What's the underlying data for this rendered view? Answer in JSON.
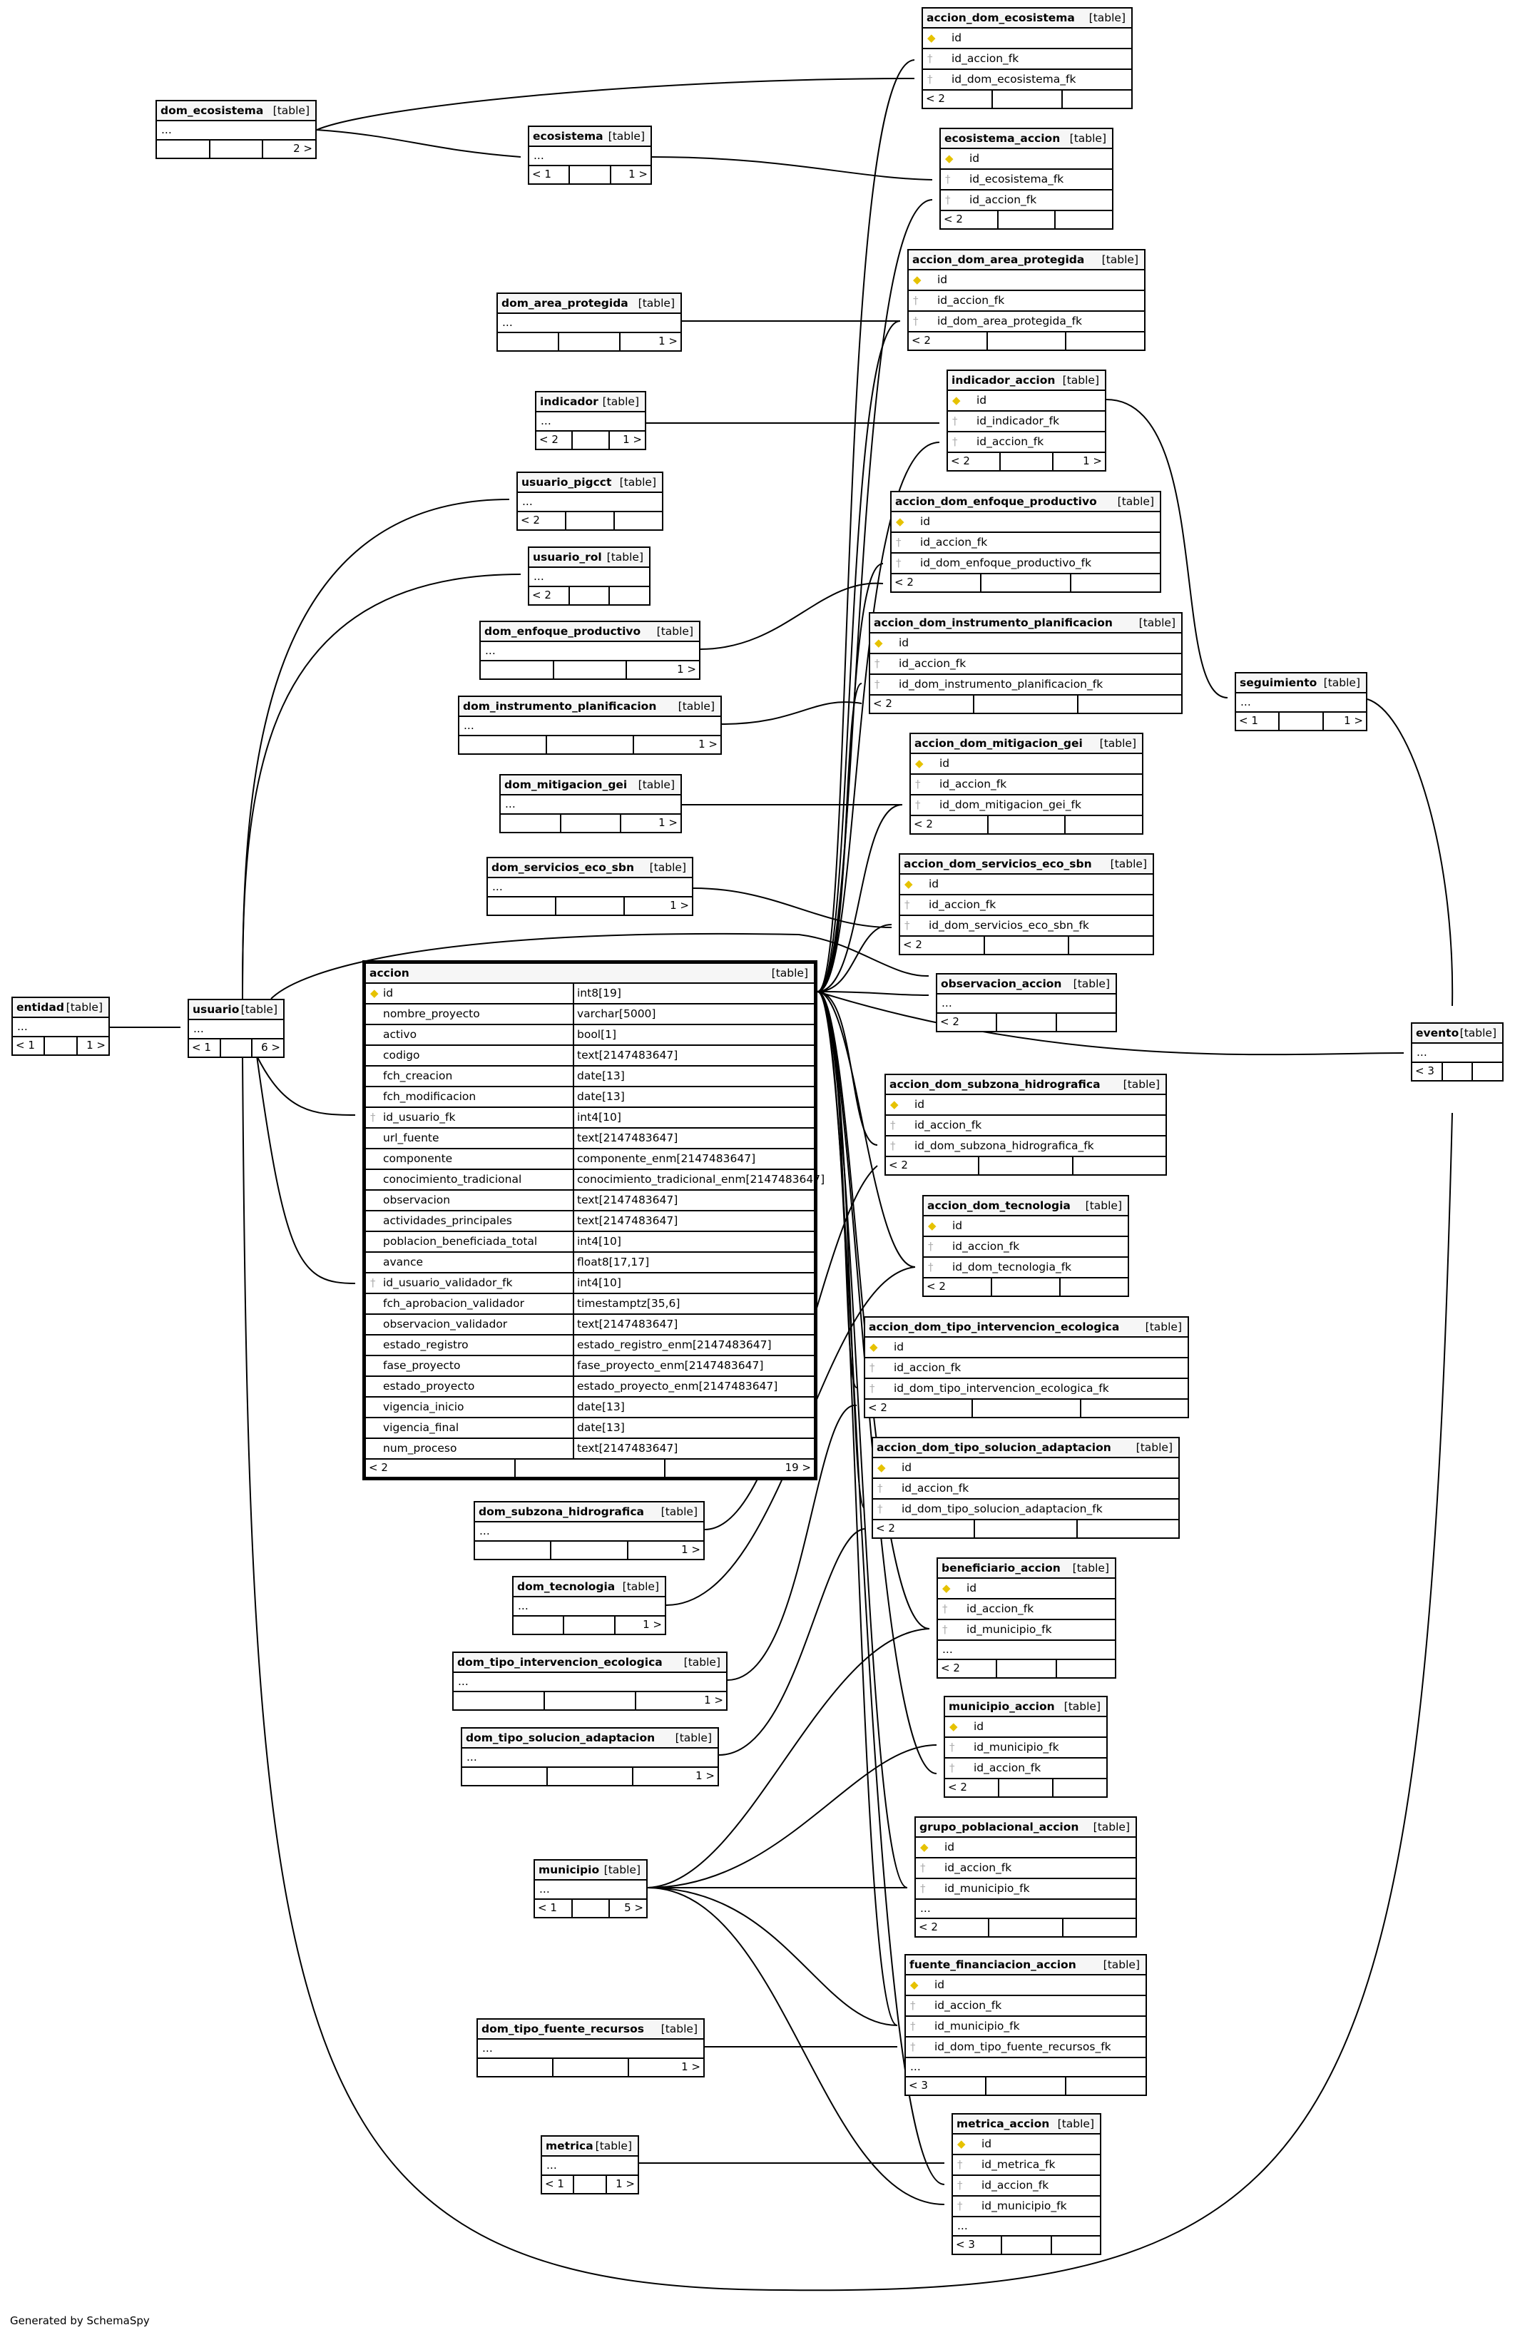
{
  "footer": "Generated by SchemaSpy",
  "table_tag": "[table]",
  "ellipsis": "...",
  "main_table": {
    "name": "accion",
    "columns": [
      {
        "key": "pk",
        "name": "id",
        "type": "int8[19]"
      },
      {
        "key": "",
        "name": "nombre_proyecto",
        "type": "varchar[5000]"
      },
      {
        "key": "",
        "name": "activo",
        "type": "bool[1]"
      },
      {
        "key": "",
        "name": "codigo",
        "type": "text[2147483647]"
      },
      {
        "key": "",
        "name": "fch_creacion",
        "type": "date[13]"
      },
      {
        "key": "",
        "name": "fch_modificacion",
        "type": "date[13]"
      },
      {
        "key": "fk",
        "name": "id_usuario_fk",
        "type": "int4[10]"
      },
      {
        "key": "",
        "name": "url_fuente",
        "type": "text[2147483647]"
      },
      {
        "key": "",
        "name": "componente",
        "type": "componente_enm[2147483647]"
      },
      {
        "key": "",
        "name": "conocimiento_tradicional",
        "type": "conocimiento_tradicional_enm[2147483647]"
      },
      {
        "key": "",
        "name": "observacion",
        "type": "text[2147483647]"
      },
      {
        "key": "",
        "name": "actividades_principales",
        "type": "text[2147483647]"
      },
      {
        "key": "",
        "name": "poblacion_beneficiada_total",
        "type": "int4[10]"
      },
      {
        "key": "",
        "name": "avance",
        "type": "float8[17,17]"
      },
      {
        "key": "fk",
        "name": "id_usuario_validador_fk",
        "type": "int4[10]"
      },
      {
        "key": "",
        "name": "fch_aprobacion_validador",
        "type": "timestamptz[35,6]"
      },
      {
        "key": "",
        "name": "observacion_validador",
        "type": "text[2147483647]"
      },
      {
        "key": "",
        "name": "estado_registro",
        "type": "estado_registro_enm[2147483647]"
      },
      {
        "key": "",
        "name": "fase_proyecto",
        "type": "fase_proyecto_enm[2147483647]"
      },
      {
        "key": "",
        "name": "estado_proyecto",
        "type": "estado_proyecto_enm[2147483647]"
      },
      {
        "key": "",
        "name": "vigencia_inicio",
        "type": "date[13]"
      },
      {
        "key": "",
        "name": "vigencia_final",
        "type": "date[13]"
      },
      {
        "key": "",
        "name": "num_proceso",
        "type": "text[2147483647]"
      }
    ],
    "foot": [
      "< 2",
      "",
      "19 >"
    ]
  },
  "tables": [
    {
      "id": "accion_dom_ecosistema",
      "name": "accion_dom_ecosistema",
      "cols": [
        {
          "k": "pk",
          "n": "id"
        },
        {
          "k": "fk",
          "n": "id_accion_fk"
        },
        {
          "k": "fk",
          "n": "id_dom_ecosistema_fk"
        }
      ],
      "ell": false,
      "foot": [
        "< 2",
        "",
        ""
      ]
    },
    {
      "id": "dom_ecosistema",
      "name": "dom_ecosistema",
      "cols": [],
      "ell": true,
      "foot": [
        "",
        "",
        "2 >"
      ]
    },
    {
      "id": "ecosistema",
      "name": "ecosistema",
      "cols": [],
      "ell": true,
      "foot": [
        "< 1",
        "",
        "1 >"
      ]
    },
    {
      "id": "ecosistema_accion",
      "name": "ecosistema_accion",
      "cols": [
        {
          "k": "pk",
          "n": "id"
        },
        {
          "k": "fk",
          "n": "id_ecosistema_fk"
        },
        {
          "k": "fk",
          "n": "id_accion_fk"
        }
      ],
      "ell": false,
      "foot": [
        "< 2",
        "",
        ""
      ]
    },
    {
      "id": "accion_dom_area_protegida",
      "name": "accion_dom_area_protegida",
      "cols": [
        {
          "k": "pk",
          "n": "id"
        },
        {
          "k": "fk",
          "n": "id_accion_fk"
        },
        {
          "k": "fk",
          "n": "id_dom_area_protegida_fk"
        }
      ],
      "ell": false,
      "foot": [
        "< 2",
        "",
        ""
      ]
    },
    {
      "id": "dom_area_protegida",
      "name": "dom_area_protegida",
      "cols": [],
      "ell": true,
      "foot": [
        "",
        "",
        "1 >"
      ]
    },
    {
      "id": "indicador",
      "name": "indicador",
      "cols": [],
      "ell": true,
      "foot": [
        "< 2",
        "",
        "1 >"
      ]
    },
    {
      "id": "indicador_accion",
      "name": "indicador_accion",
      "cols": [
        {
          "k": "pk",
          "n": "id"
        },
        {
          "k": "fk",
          "n": "id_indicador_fk"
        },
        {
          "k": "fk",
          "n": "id_accion_fk"
        }
      ],
      "ell": false,
      "foot": [
        "< 2",
        "",
        "1 >"
      ]
    },
    {
      "id": "usuario_pigcct",
      "name": "usuario_pigcct",
      "cols": [],
      "ell": true,
      "foot": [
        "< 2",
        "",
        ""
      ]
    },
    {
      "id": "usuario_rol",
      "name": "usuario_rol",
      "cols": [],
      "ell": true,
      "foot": [
        "< 2",
        "",
        ""
      ]
    },
    {
      "id": "accion_dom_enfoque_productivo",
      "name": "accion_dom_enfoque_productivo",
      "cols": [
        {
          "k": "pk",
          "n": "id"
        },
        {
          "k": "fk",
          "n": "id_accion_fk"
        },
        {
          "k": "fk",
          "n": "id_dom_enfoque_productivo_fk"
        }
      ],
      "ell": false,
      "foot": [
        "< 2",
        "",
        ""
      ]
    },
    {
      "id": "dom_enfoque_productivo",
      "name": "dom_enfoque_productivo",
      "cols": [],
      "ell": true,
      "foot": [
        "",
        "",
        "1 >"
      ]
    },
    {
      "id": "accion_dom_instrumento_planificacion",
      "name": "accion_dom_instrumento_planificacion",
      "cols": [
        {
          "k": "pk",
          "n": "id"
        },
        {
          "k": "fk",
          "n": "id_accion_fk"
        },
        {
          "k": "fk",
          "n": "id_dom_instrumento_planificacion_fk"
        }
      ],
      "ell": false,
      "foot": [
        "< 2",
        "",
        ""
      ]
    },
    {
      "id": "dom_instrumento_planificacion",
      "name": "dom_instrumento_planificacion",
      "cols": [],
      "ell": true,
      "foot": [
        "",
        "",
        "1 >"
      ]
    },
    {
      "id": "seguimiento",
      "name": "seguimiento",
      "cols": [],
      "ell": true,
      "foot": [
        "< 1",
        "",
        "1 >"
      ]
    },
    {
      "id": "accion_dom_mitigacion_gei",
      "name": "accion_dom_mitigacion_gei",
      "cols": [
        {
          "k": "pk",
          "n": "id"
        },
        {
          "k": "fk",
          "n": "id_accion_fk"
        },
        {
          "k": "fk",
          "n": "id_dom_mitigacion_gei_fk"
        }
      ],
      "ell": false,
      "foot": [
        "< 2",
        "",
        ""
      ]
    },
    {
      "id": "dom_mitigacion_gei",
      "name": "dom_mitigacion_gei",
      "cols": [],
      "ell": true,
      "foot": [
        "",
        "",
        "1 >"
      ]
    },
    {
      "id": "accion_dom_servicios_eco_sbn",
      "name": "accion_dom_servicios_eco_sbn",
      "cols": [
        {
          "k": "pk",
          "n": "id"
        },
        {
          "k": "fk",
          "n": "id_accion_fk"
        },
        {
          "k": "fk",
          "n": "id_dom_servicios_eco_sbn_fk"
        }
      ],
      "ell": false,
      "foot": [
        "< 2",
        "",
        ""
      ]
    },
    {
      "id": "dom_servicios_eco_sbn",
      "name": "dom_servicios_eco_sbn",
      "cols": [],
      "ell": true,
      "foot": [
        "",
        "",
        "1 >"
      ]
    },
    {
      "id": "observacion_accion",
      "name": "observacion_accion",
      "cols": [],
      "ell": true,
      "foot": [
        "< 2",
        "",
        ""
      ]
    },
    {
      "id": "entidad",
      "name": "entidad",
      "cols": [],
      "ell": true,
      "foot": [
        "< 1",
        "",
        "1 >"
      ]
    },
    {
      "id": "usuario",
      "name": "usuario",
      "cols": [],
      "ell": true,
      "foot": [
        "< 1",
        "",
        "6 >"
      ]
    },
    {
      "id": "evento",
      "name": "evento",
      "cols": [],
      "ell": true,
      "foot": [
        "< 3",
        "",
        ""
      ]
    },
    {
      "id": "accion_dom_subzona_hidrografica",
      "name": "accion_dom_subzona_hidrografica",
      "cols": [
        {
          "k": "pk",
          "n": "id"
        },
        {
          "k": "fk",
          "n": "id_accion_fk"
        },
        {
          "k": "fk",
          "n": "id_dom_subzona_hidrografica_fk"
        }
      ],
      "ell": false,
      "foot": [
        "< 2",
        "",
        ""
      ]
    },
    {
      "id": "accion_dom_tecnologia",
      "name": "accion_dom_tecnologia",
      "cols": [
        {
          "k": "pk",
          "n": "id"
        },
        {
          "k": "fk",
          "n": "id_accion_fk"
        },
        {
          "k": "fk",
          "n": "id_dom_tecnologia_fk"
        }
      ],
      "ell": false,
      "foot": [
        "< 2",
        "",
        ""
      ]
    },
    {
      "id": "accion_dom_tipo_intervencion_ecologica",
      "name": "accion_dom_tipo_intervencion_ecologica",
      "cols": [
        {
          "k": "pk",
          "n": "id"
        },
        {
          "k": "fk",
          "n": "id_accion_fk"
        },
        {
          "k": "fk",
          "n": "id_dom_tipo_intervencion_ecologica_fk"
        }
      ],
      "ell": false,
      "foot": [
        "< 2",
        "",
        ""
      ]
    },
    {
      "id": "accion_dom_tipo_solucion_adaptacion",
      "name": "accion_dom_tipo_solucion_adaptacion",
      "cols": [
        {
          "k": "pk",
          "n": "id"
        },
        {
          "k": "fk",
          "n": "id_accion_fk"
        },
        {
          "k": "fk",
          "n": "id_dom_tipo_solucion_adaptacion_fk"
        }
      ],
      "ell": false,
      "foot": [
        "< 2",
        "",
        ""
      ]
    },
    {
      "id": "dom_subzona_hidrografica",
      "name": "dom_subzona_hidrografica",
      "cols": [],
      "ell": true,
      "foot": [
        "",
        "",
        "1 >"
      ]
    },
    {
      "id": "dom_tecnologia",
      "name": "dom_tecnologia",
      "cols": [],
      "ell": true,
      "foot": [
        "",
        "",
        "1 >"
      ]
    },
    {
      "id": "beneficiario_accion",
      "name": "beneficiario_accion",
      "cols": [
        {
          "k": "pk",
          "n": "id"
        },
        {
          "k": "fk",
          "n": "id_accion_fk"
        },
        {
          "k": "fk",
          "n": "id_municipio_fk"
        }
      ],
      "ell": true,
      "foot": [
        "< 2",
        "",
        ""
      ]
    },
    {
      "id": "dom_tipo_intervencion_ecologica",
      "name": "dom_tipo_intervencion_ecologica",
      "cols": [],
      "ell": true,
      "foot": [
        "",
        "",
        "1 >"
      ]
    },
    {
      "id": "municipio_accion",
      "name": "municipio_accion",
      "cols": [
        {
          "k": "pk",
          "n": "id"
        },
        {
          "k": "fk",
          "n": "id_municipio_fk"
        },
        {
          "k": "fk",
          "n": "id_accion_fk"
        }
      ],
      "ell": false,
      "foot": [
        "< 2",
        "",
        ""
      ]
    },
    {
      "id": "dom_tipo_solucion_adaptacion",
      "name": "dom_tipo_solucion_adaptacion",
      "cols": [],
      "ell": true,
      "foot": [
        "",
        "",
        "1 >"
      ]
    },
    {
      "id": "grupo_poblacional_accion",
      "name": "grupo_poblacional_accion",
      "cols": [
        {
          "k": "pk",
          "n": "id"
        },
        {
          "k": "fk",
          "n": "id_accion_fk"
        },
        {
          "k": "fk",
          "n": "id_municipio_fk"
        }
      ],
      "ell": true,
      "foot": [
        "< 2",
        "",
        ""
      ]
    },
    {
      "id": "municipio",
      "name": "municipio",
      "cols": [],
      "ell": true,
      "foot": [
        "< 1",
        "",
        "5 >"
      ]
    },
    {
      "id": "fuente_financiacion_accion",
      "name": "fuente_financiacion_accion",
      "cols": [
        {
          "k": "pk",
          "n": "id"
        },
        {
          "k": "fk",
          "n": "id_accion_fk"
        },
        {
          "k": "fk",
          "n": "id_municipio_fk"
        },
        {
          "k": "fk",
          "n": "id_dom_tipo_fuente_recursos_fk"
        }
      ],
      "ell": true,
      "foot": [
        "< 3",
        "",
        ""
      ]
    },
    {
      "id": "dom_tipo_fuente_recursos",
      "name": "dom_tipo_fuente_recursos",
      "cols": [],
      "ell": true,
      "foot": [
        "",
        "",
        "1 >"
      ]
    },
    {
      "id": "metrica",
      "name": "metrica",
      "cols": [],
      "ell": true,
      "foot": [
        "< 1",
        "",
        "1 >"
      ]
    },
    {
      "id": "metrica_accion",
      "name": "metrica_accion",
      "cols": [
        {
          "k": "pk",
          "n": "id"
        },
        {
          "k": "fk",
          "n": "id_metrica_fk"
        },
        {
          "k": "fk",
          "n": "id_accion_fk"
        },
        {
          "k": "fk",
          "n": "id_municipio_fk"
        }
      ],
      "ell": true,
      "foot": [
        "< 3",
        "",
        ""
      ]
    }
  ]
}
